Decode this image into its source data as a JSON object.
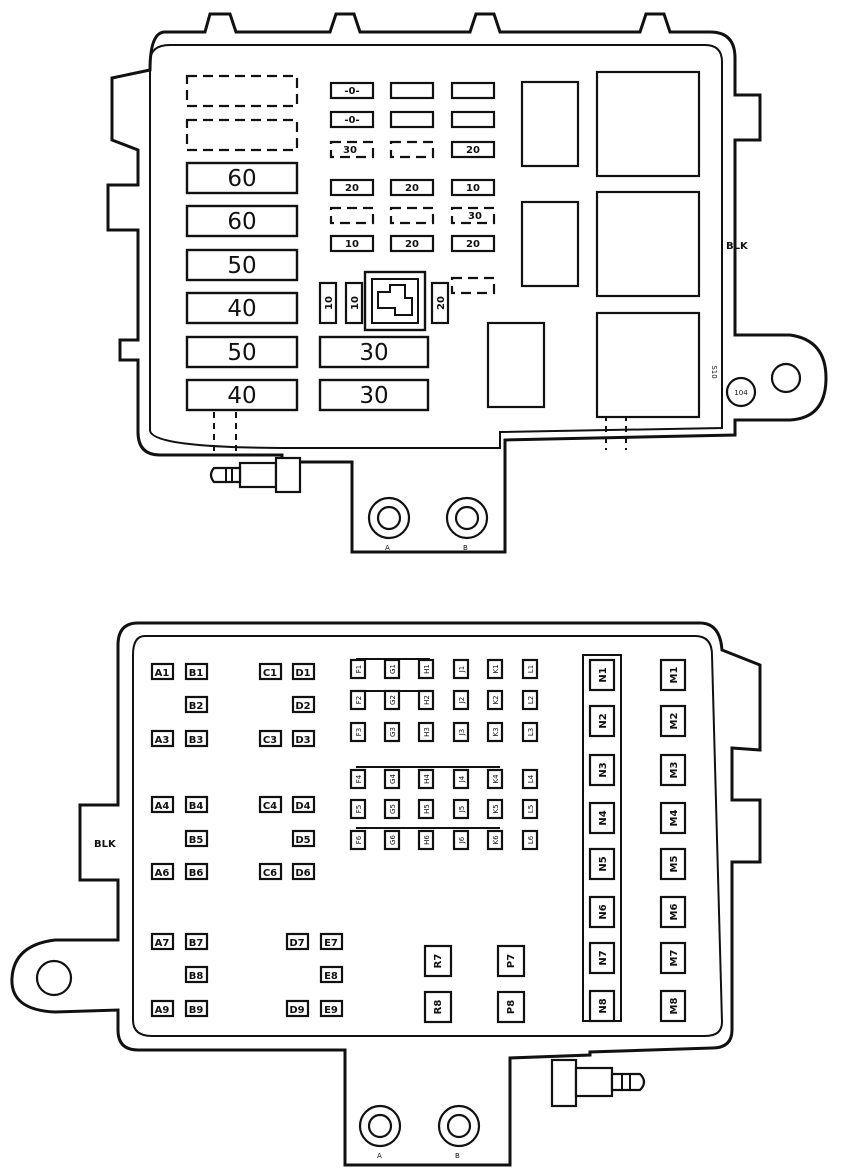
{
  "top_panel": {
    "maxi_fuses": [
      {
        "value": ""
      },
      {
        "value": ""
      },
      {
        "value": "60"
      },
      {
        "value": "60"
      },
      {
        "value": "50"
      },
      {
        "value": "40"
      },
      {
        "value": "50"
      },
      {
        "value": "40"
      }
    ],
    "large_fuses": [
      "30",
      "30"
    ],
    "mini_fuses": [
      {
        "value": "-0-"
      },
      {
        "value": ""
      },
      {
        "value": ""
      },
      {
        "value": "-0-"
      },
      {
        "value": ""
      },
      {
        "value": ""
      },
      {
        "value": "30"
      },
      {
        "value": ""
      },
      {
        "value": "20"
      },
      {
        "value": "20"
      },
      {
        "value": "20"
      },
      {
        "value": "10"
      },
      {
        "value": ""
      },
      {
        "value": ""
      },
      {
        "value": "30"
      },
      {
        "value": "10"
      },
      {
        "value": "20"
      },
      {
        "value": "20"
      }
    ],
    "vertical_fuses": [
      "10",
      "10",
      "20"
    ],
    "blk_label": "BLK",
    "connector_label": "104",
    "small_label": "S10",
    "terminal_labels": [
      "A",
      "B"
    ]
  },
  "bottom_panel": {
    "blk_label": "BLK",
    "cavities_left": [
      "A1",
      "B1",
      "C1",
      "D1",
      "B2",
      "D2",
      "A3",
      "B3",
      "C3",
      "D3",
      "A4",
      "B4",
      "C4",
      "D4",
      "B5",
      "D5",
      "A6",
      "B6",
      "C6",
      "D6",
      "A7",
      "B7",
      "D7",
      "E7",
      "B8",
      "E8",
      "A9",
      "B9",
      "D9",
      "E9"
    ],
    "cavities_mid": [
      "F1",
      "G1",
      "H1",
      "J1",
      "K1",
      "L1",
      "F2",
      "G2",
      "H2",
      "J2",
      "K2",
      "L2",
      "F3",
      "G3",
      "H3",
      "J3",
      "K3",
      "L3",
      "F4",
      "G4",
      "H4",
      "J4",
      "K4",
      "L4",
      "F5",
      "G5",
      "H5",
      "J5",
      "K5",
      "L5",
      "F6",
      "G6",
      "H6",
      "J6",
      "K6",
      "L6"
    ],
    "relays": [
      "R7",
      "P7",
      "R8",
      "P8"
    ],
    "n_column": [
      "N1",
      "N2",
      "N3",
      "N4",
      "N5",
      "N6",
      "N7",
      "N8"
    ],
    "m_column": [
      "M1",
      "M2",
      "M3",
      "M4",
      "M5",
      "M6",
      "M7",
      "M8"
    ],
    "terminal_labels": [
      "A",
      "B"
    ]
  }
}
